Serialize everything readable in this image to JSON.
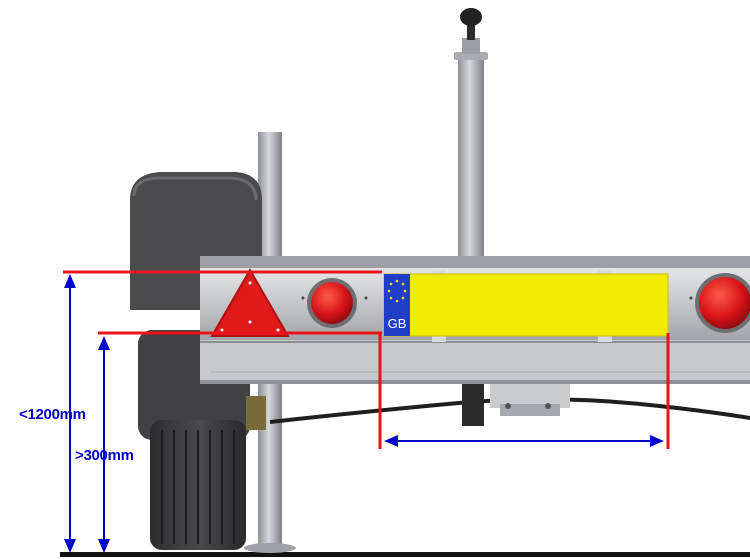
{
  "labels": {
    "max_height": "<1200mm",
    "min_height": ">300mm",
    "plate_country": "GB"
  },
  "colors": {
    "dimension_line": "#e8141c",
    "dimension_arrow": "#0000cc",
    "plate_yellow": "#f2ea00",
    "plate_eu_band": "#1f3fc8",
    "warning_triangle": "#e01a1a",
    "chassis_grey": "#b9bcc0",
    "tyre_dark": "#3a3a3c"
  }
}
